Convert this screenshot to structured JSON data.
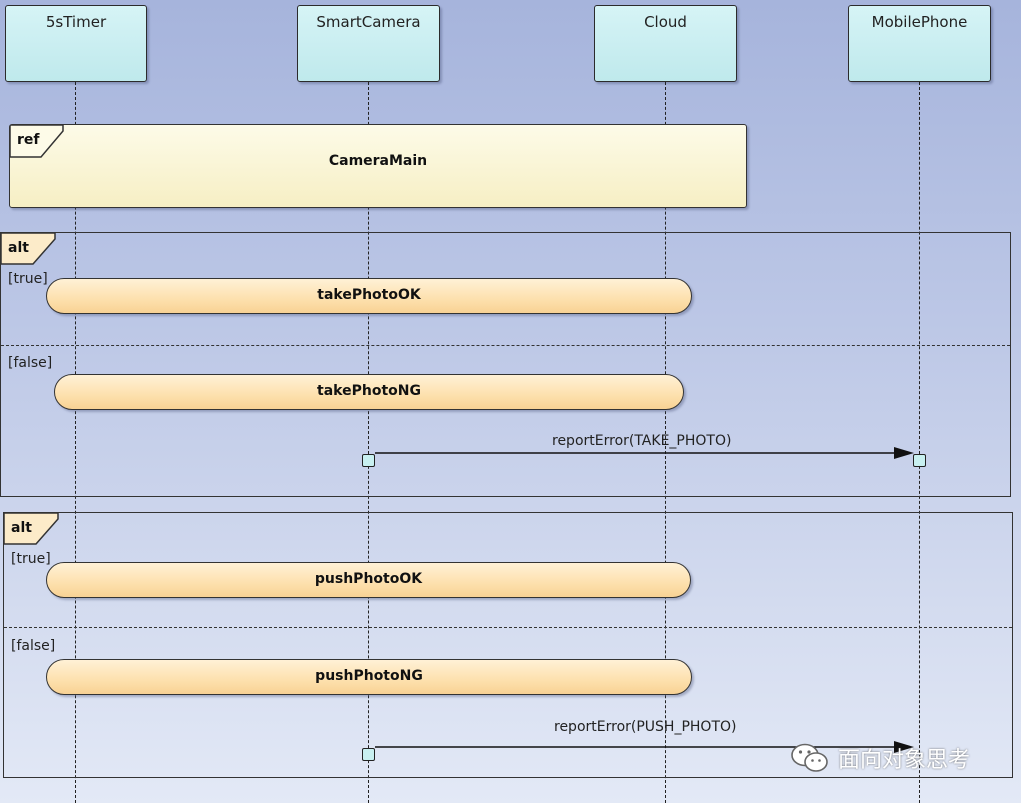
{
  "lifelines": [
    {
      "name": "5sTimer"
    },
    {
      "name": "SmartCamera"
    },
    {
      "name": "Cloud"
    },
    {
      "name": "MobilePhone"
    }
  ],
  "ref": {
    "tag": "ref",
    "title": "CameraMain"
  },
  "alt1": {
    "tag": "alt",
    "guard_true": "[true]",
    "guard_false": "[false]",
    "interaction_true": "takePhotoOK",
    "interaction_false": "takePhotoNG",
    "message": {
      "label": "reportError(TAKE_PHOTO)",
      "from": "SmartCamera",
      "to": "MobilePhone"
    }
  },
  "alt2": {
    "tag": "alt",
    "guard_true": "[true]",
    "guard_false": "[false]",
    "interaction_true": "pushPhotoOK",
    "interaction_false": "pushPhotoNG",
    "message": {
      "label": "reportError(PUSH_PHOTO)",
      "from": "SmartCamera",
      "to": "MobilePhone"
    }
  },
  "watermark": {
    "text": "面向对象思考",
    "icon": "wechat-icon"
  }
}
